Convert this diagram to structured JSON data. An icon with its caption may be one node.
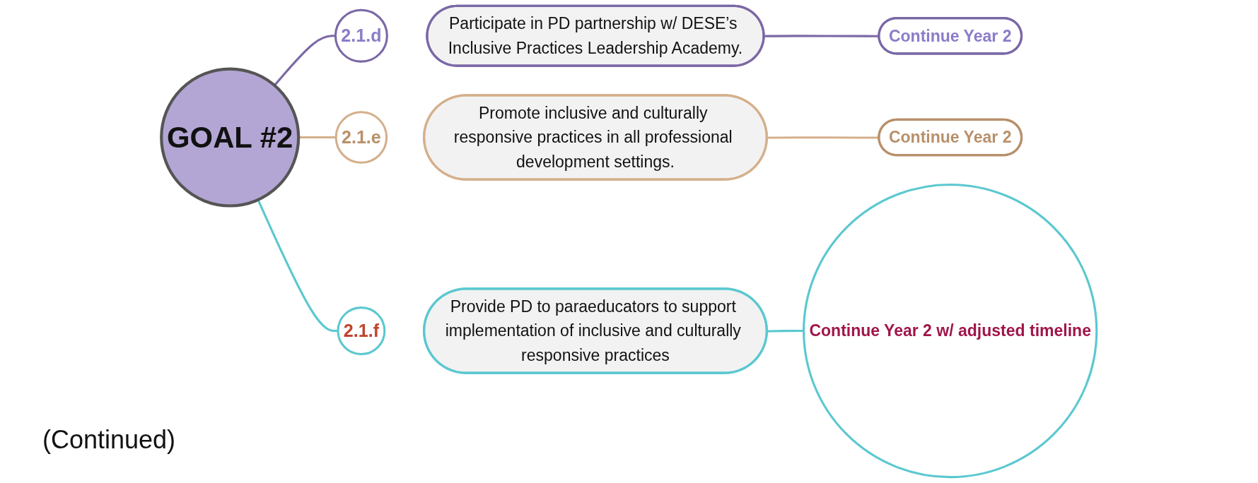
{
  "diagram": {
    "nodes": [
      {
        "text": [
          "GOAL #2"
        ]
      },
      {
        "text": [
          "2.1.d"
        ]
      },
      {
        "text": [
          "Participate in PD partnership w/ DESE’s Inclusive Practices Leadership Academy."
        ]
      },
      {
        "text": [
          "Continue Year 2"
        ]
      },
      {
        "text": [
          "2.1.e"
        ]
      },
      {
        "text": [
          "Promote inclusive and culturally responsive practices in all professional development settings."
        ]
      },
      {
        "text": [
          "Continue Year 2"
        ]
      },
      {
        "text": [
          "2.1.f"
        ]
      },
      {
        "text": [
          "Provide PD to paraeducators to support implementation of inclusive and culturally responsive practices"
        ]
      },
      {
        "text": [
          "Continue Year 2 w/ adjusted timeline"
        ]
      }
    ],
    "edges": [
      {
        "from": 0,
        "to": 1,
        "arrow": "none",
        "color": "#7b68a6"
      },
      {
        "from": 2,
        "to": 3,
        "arrow": "none",
        "color": "#7b68a6"
      },
      {
        "from": 0,
        "to": 4,
        "arrow": "none",
        "color": "#d4b08c"
      },
      {
        "from": 5,
        "to": 6,
        "arrow": "none",
        "color": "#d4b08c"
      },
      {
        "from": 0,
        "to": 7,
        "arrow": "none",
        "color": "#5bc8d0"
      },
      {
        "from": 8,
        "to": 9,
        "arrow": "none",
        "color": "#5bc8d0"
      }
    ],
    "labels": [
      "(Continued)"
    ]
  }
}
